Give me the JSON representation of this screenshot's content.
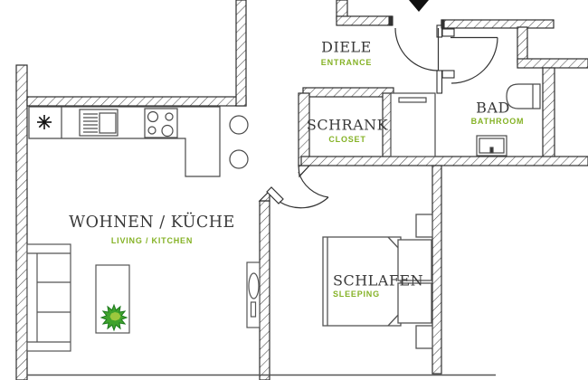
{
  "colors": {
    "wall_line": "#2e2e2e",
    "furniture_line": "#4a4a4a",
    "label_text": "#3a3a3a",
    "accent_green": "#85b226",
    "plant_green": "#3fa32c",
    "plant_light_green": "#9cc83d",
    "arrow_black": "#111111"
  },
  "rooms": {
    "wohnen": {
      "label": "WOHNEN / KÜCHE",
      "sublabel": "LIVING / KITCHEN"
    },
    "diele": {
      "label": "DIELE",
      "sublabel": "ENTRANCE"
    },
    "schrank": {
      "label": "SCHRANK",
      "sublabel": "CLOSET"
    },
    "bad": {
      "label": "BAD",
      "sublabel": "BATHROOM"
    },
    "schlafen": {
      "label": "SCHLAFEN",
      "sublabel": "SLEEPING"
    }
  },
  "icons": {
    "entry_arrow": "filled-down-triangle",
    "sink_symbol": "asterisk-burst",
    "plant": "leafy-star"
  }
}
